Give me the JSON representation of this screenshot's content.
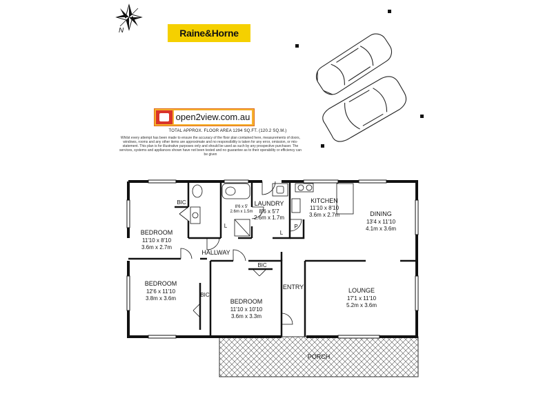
{
  "brand": {
    "name": "Raine&Horne"
  },
  "site": {
    "name": "open2view.com.au"
  },
  "floor_area": "TOTAL APPROX. FLOOR AREA 1294 SQ.FT. (120.2 SQ.M.)",
  "disclaimer": "Whilst every attempt has been made to ensure the accuracy of the floor plan contained here, measurements of doors, windows, rooms and any other items are approximate and no responsibility is taken for any error, omission, or mis-statement. This plan is for illustrative purposes only and should be used as such by any prospective purchaser. The services, systems and appliances shown have not been tested and no guarantee as to their operability or efficiency can be given",
  "compass": {
    "north": "N"
  },
  "rooms": {
    "bedroom1": {
      "name": "BEDROOM",
      "imperial": "11'10 x 8'10",
      "metric": "3.6m x 2.7m"
    },
    "bedroom2": {
      "name": "BEDROOM",
      "imperial": "12'6 x 11'10",
      "metric": "3.8m x 3.6m"
    },
    "bedroom3": {
      "name": "BEDROOM",
      "imperial": "11'10 x 10'10",
      "metric": "3.6m x 3.3m"
    },
    "laundry": {
      "name": "LAUNDRY",
      "imperial": "8'6 x 5'7",
      "metric": "2.6m x 1.7m"
    },
    "bath": {
      "imperial": "8'6 x 5'",
      "metric": "2.6m x 1.5m"
    },
    "kitchen": {
      "name": "KITCHEN",
      "imperial": "11'10 x 8'10",
      "metric": "3.6m x 2.7m"
    },
    "dining": {
      "name": "DINING",
      "imperial": "13'4 x 11'10",
      "metric": "4.1m x 3.6m"
    },
    "lounge": {
      "name": "LOUNGE",
      "imperial": "17'1 x 11'10",
      "metric": "5.2m x 3.6m"
    },
    "hallway": {
      "name": "HALLWAY"
    },
    "entry": {
      "name": "ENTRY"
    },
    "porch": {
      "name": "PORCH"
    }
  },
  "small_labels": {
    "bic": "BIC",
    "linen": "L",
    "pantry": "P"
  }
}
